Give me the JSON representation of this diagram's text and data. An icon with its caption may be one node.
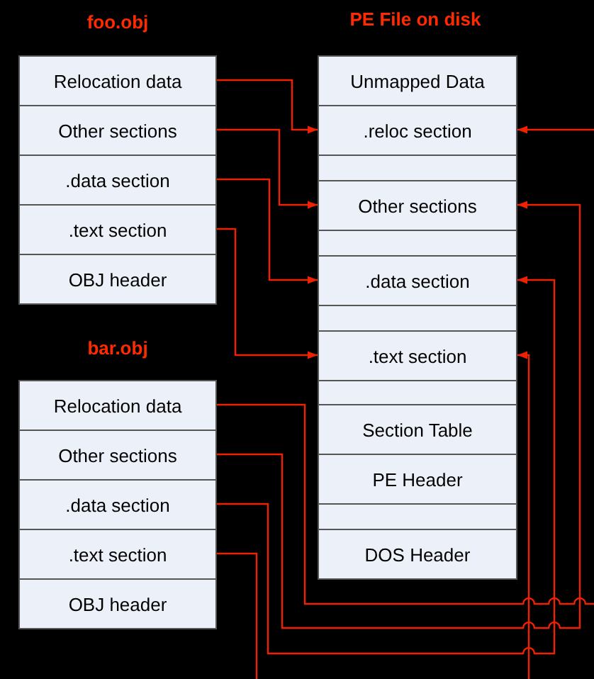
{
  "diagram": {
    "nodes": [
      {
        "text": [
          "Relocation data"
        ]
      },
      {
        "text": [
          "Other sections"
        ]
      },
      {
        "text": [
          ".data section"
        ]
      },
      {
        "text": [
          ".text section"
        ]
      },
      {
        "text": [
          "OBJ header"
        ]
      },
      {
        "text": [
          "Unmapped Data"
        ]
      },
      {
        "text": [
          ".reloc section"
        ]
      },
      {
        "text": [],
        "shape": "box"
      },
      {
        "text": [
          "Other sections"
        ]
      },
      {
        "text": [],
        "shape": "box"
      },
      {
        "text": [
          ".data section"
        ]
      },
      {
        "text": [],
        "shape": "box"
      },
      {
        "text": [
          ".text section"
        ]
      },
      {
        "text": [],
        "shape": "box"
      },
      {
        "text": [
          "Section Table"
        ]
      },
      {
        "text": [
          "PE Header"
        ]
      },
      {
        "text": [],
        "shape": "box"
      },
      {
        "text": [
          "DOS Header"
        ]
      },
      {
        "text": [
          "Relocation data"
        ]
      },
      {
        "text": [
          "Other sections"
        ]
      },
      {
        "text": [
          ".data section"
        ]
      },
      {
        "text": [
          ".text section"
        ]
      },
      {
        "text": [
          "OBJ header"
        ]
      }
    ],
    "edges": [
      {
        "from": 0,
        "to": 6,
        "arrow": "to"
      },
      {
        "from": 1,
        "to": 8,
        "arrow": "to"
      },
      {
        "from": 2,
        "to": 10,
        "arrow": "to"
      },
      {
        "from": 3,
        "to": 12,
        "arrow": "to"
      },
      {
        "from": 18,
        "to": 6,
        "arrow": "to"
      },
      {
        "from": 19,
        "to": 8,
        "arrow": "to"
      },
      {
        "from": 20,
        "to": 10,
        "arrow": "to"
      },
      {
        "from": 21,
        "to": 12,
        "arrow": "to"
      }
    ],
    "labels": [
      "foo.obj",
      "PE File on disk",
      "bar.obj"
    ]
  }
}
